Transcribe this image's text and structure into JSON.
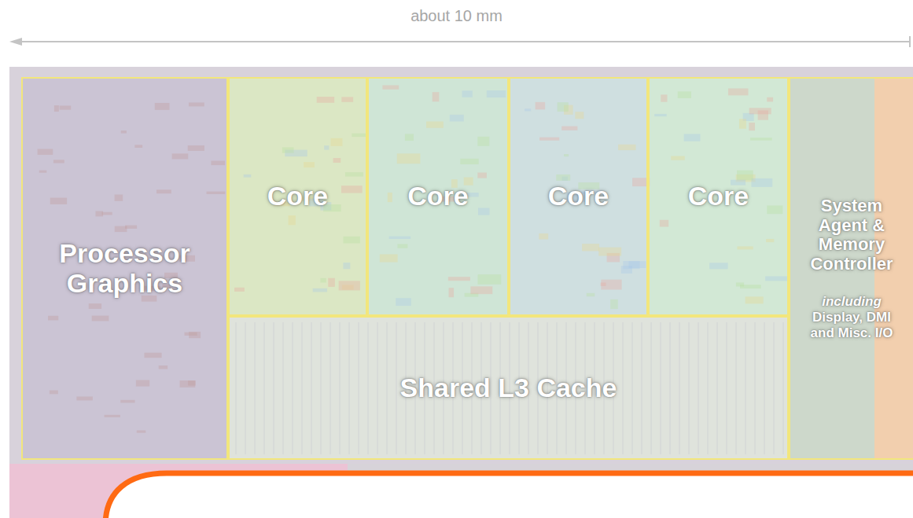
{
  "diagram": {
    "nodes": [
      {
        "text": [
          "Processor Graphics"
        ]
      },
      {
        "text": [
          "Core"
        ]
      },
      {
        "text": [
          "Core"
        ]
      },
      {
        "text": [
          "Core"
        ]
      },
      {
        "text": [
          "Core"
        ]
      },
      {
        "text": [
          "System Agent & Memory Controller",
          "including",
          "Display, DMI and Misc. I/O"
        ]
      },
      {
        "text": [
          "Shared L3 Cache"
        ]
      }
    ],
    "labels": [
      "about 10 mm"
    ]
  }
}
